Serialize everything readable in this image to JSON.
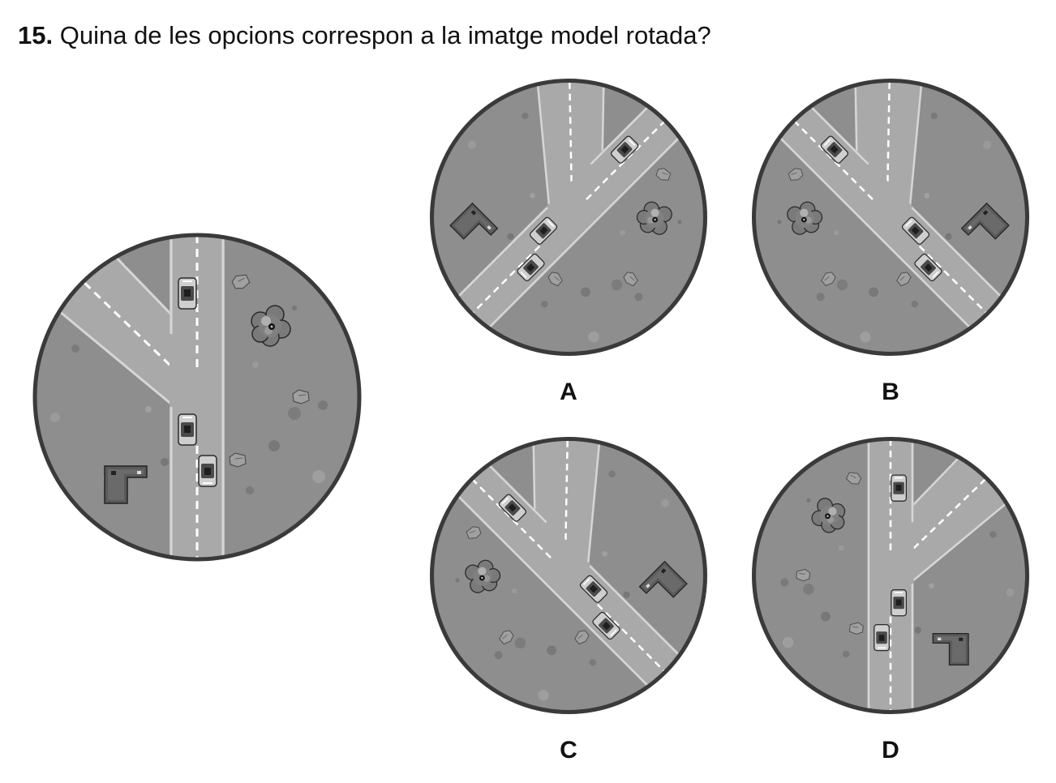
{
  "question": {
    "number": "15.",
    "text": "Quina de les opcions correspon a la imatge model rotada?"
  },
  "options": [
    {
      "key": "A",
      "label": "A"
    },
    {
      "key": "B",
      "label": "B"
    },
    {
      "key": "C",
      "label": "C"
    },
    {
      "key": "D",
      "label": "D"
    }
  ],
  "colors": {
    "ground": "#8e8e8e",
    "road": "#a9a9a9",
    "road_edge": "#d6d6d6",
    "lane_marking": "#ffffff",
    "ring": "#3a3a3a",
    "building": "#555555",
    "tree": "#6a6a6a",
    "rock": "#999999"
  }
}
